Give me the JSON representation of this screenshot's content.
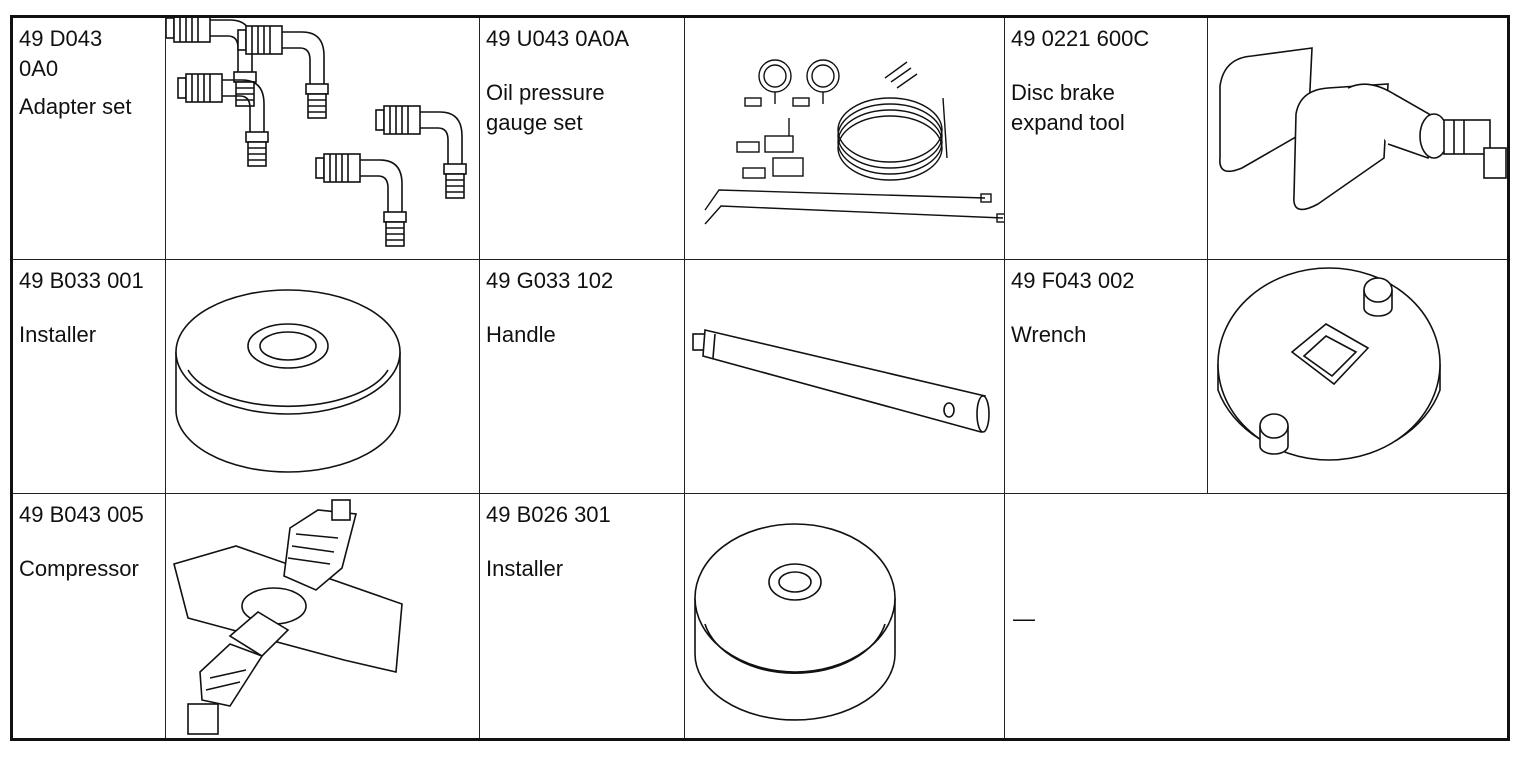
{
  "tools": [
    {
      "code": "49 D043\n0A0",
      "name": "Adapter set",
      "icon": "adapter-set-illustration"
    },
    {
      "code": "49 U043 0A0A",
      "name": "Oil pressure\ngauge set",
      "icon": "oil-pressure-gauge-set-illustration"
    },
    {
      "code": "49 0221 600C",
      "name": "Disc brake\nexpand tool",
      "icon": "disc-brake-expand-tool-illustration"
    },
    {
      "code": "49 B033 001",
      "name": "Installer",
      "icon": "installer-illustration"
    },
    {
      "code": "49 G033 102",
      "name": "Handle",
      "icon": "handle-illustration"
    },
    {
      "code": "49 F043 002",
      "name": "Wrench",
      "icon": "wrench-illustration"
    },
    {
      "code": "49 B043 005",
      "name": "Compressor",
      "icon": "compressor-illustration"
    },
    {
      "code": "49 B026 301",
      "name": "Installer",
      "icon": "installer-illustration"
    }
  ],
  "empty_cell": {
    "text": "—"
  }
}
